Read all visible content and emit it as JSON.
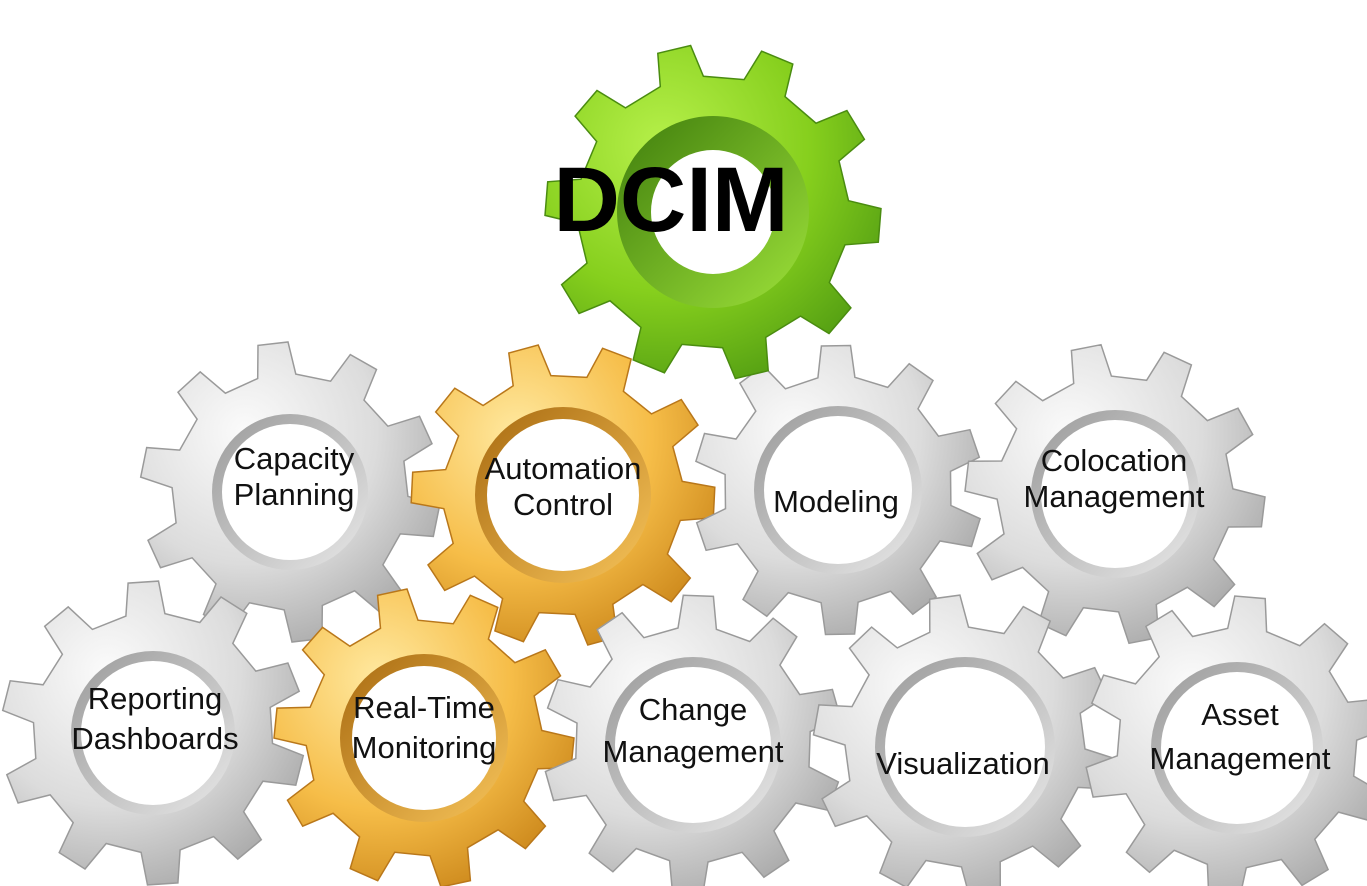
{
  "diagram": {
    "title": "DCIM",
    "gears": [
      {
        "id": "capacity-planning",
        "lines": [
          "Capacity",
          "Planning"
        ],
        "color": "silver"
      },
      {
        "id": "automation-control",
        "lines": [
          "Automation",
          "Control"
        ],
        "color": "gold"
      },
      {
        "id": "modeling",
        "lines": [
          "Modeling"
        ],
        "color": "silver"
      },
      {
        "id": "colocation-management",
        "lines": [
          "Colocation",
          "Management"
        ],
        "color": "silver"
      },
      {
        "id": "reporting-dashboards",
        "lines": [
          "Reporting",
          "Dashboards"
        ],
        "color": "silver"
      },
      {
        "id": "real-time-monitoring",
        "lines": [
          "Real-Time",
          "Monitoring"
        ],
        "color": "gold"
      },
      {
        "id": "change-management",
        "lines": [
          "Change",
          "Management"
        ],
        "color": "silver"
      },
      {
        "id": "visualization",
        "lines": [
          "Visualization"
        ],
        "color": "silver"
      },
      {
        "id": "asset-management",
        "lines": [
          "Asset",
          "Management"
        ],
        "color": "silver"
      }
    ]
  },
  "colors": {
    "green_light": "#9be02a",
    "green_dark": "#4f9a12",
    "gold_light": "#fbd46a",
    "gold_dark": "#d9901e",
    "silver_light": "#f2f2f2",
    "silver_dark": "#a9a9a9",
    "text": "#111111"
  }
}
